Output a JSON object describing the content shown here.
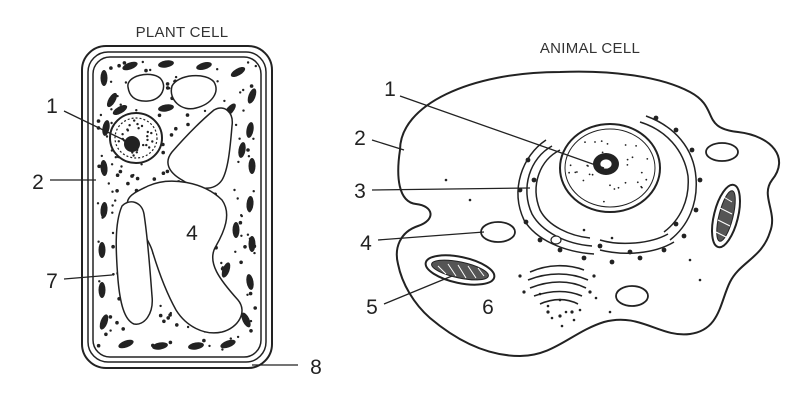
{
  "plant_cell": {
    "title": "PLANT CELL",
    "labels": [
      "1",
      "2",
      "4",
      "7",
      "8"
    ]
  },
  "animal_cell": {
    "title": "ANIMAL CELL",
    "labels": [
      "1",
      "2",
      "3",
      "4",
      "5",
      "6"
    ]
  },
  "colors": {
    "ink": "#222222",
    "title_text": "#333333",
    "cell_fill": "#ffffff"
  }
}
